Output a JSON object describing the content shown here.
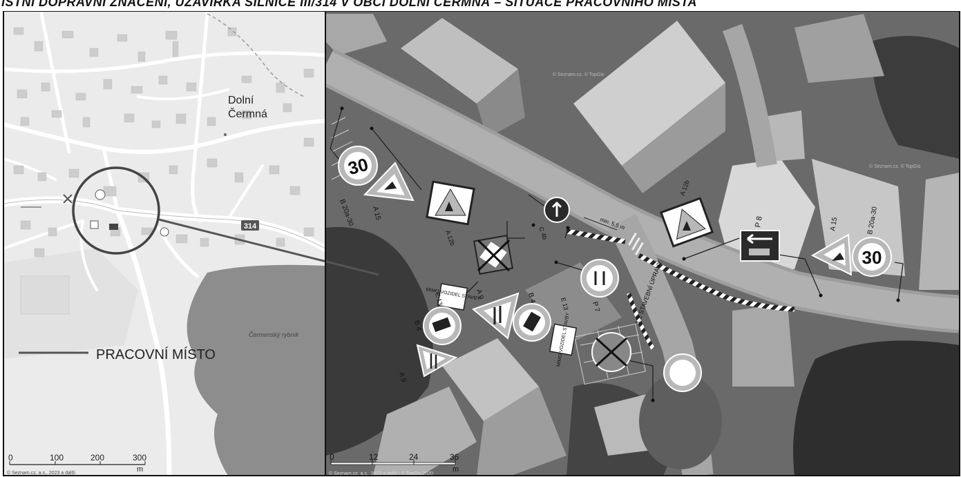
{
  "header": {
    "cut_text": "ISTNÍ DOPRAVNÍ ZNAČENÍ, UZAVÍRKA SILNICE III/314 V OBCI DOLNÍ ČERMNÁ – SITUACE PRACOVNÍHO MÍSTA"
  },
  "overview_map": {
    "place_name_line1": "Dolní",
    "place_name_line2": "Čermná",
    "road_number": "314",
    "pond_name": "Čermenský rybník",
    "legend_label": "PRACOVNÍ MÍSTO",
    "scale_ticks": [
      "0",
      "100",
      "200",
      "300"
    ],
    "scale_unit": "m",
    "copyright": "© Seznam.cz, a.s., 2023 a další"
  },
  "aerial_map": {
    "scale_ticks": [
      "0",
      "12",
      "24",
      "36"
    ],
    "scale_unit": "m",
    "copyright": "© Seznam.cz, a.s., 2023 a další | © TopGis 2020",
    "watermark": "© Seznam.cz, © TopGis",
    "distance_label": "min. 5,5 m",
    "street_label": "1.2 STAVEBNÍ ÚPRAVY"
  },
  "signs": [
    {
      "id": "B 20a-30",
      "content": "30"
    },
    {
      "id": "A 15",
      "content": ""
    },
    {
      "id": "A 12b",
      "content": ""
    },
    {
      "id": "C 4b",
      "content": ""
    },
    {
      "id": "E 13",
      "content": "MIMO VOZIDEL STAVBY"
    },
    {
      "id": "A 9",
      "content": ""
    },
    {
      "id": "B 4",
      "content": ""
    },
    {
      "id": "P 7",
      "content": ""
    },
    {
      "id": "P 8",
      "content": ""
    },
    {
      "id": "B 1",
      "content": ""
    }
  ],
  "colors": {
    "map_bg": "#ebebeb",
    "road": "#ffffff",
    "building": "#cdcdcd",
    "water": "#8d8d8d",
    "aerial_bg": "#6a6a6a",
    "sign_red": "#b8b8b8",
    "sign_dark": "#2a2a2a",
    "leader_line": "#555555"
  }
}
